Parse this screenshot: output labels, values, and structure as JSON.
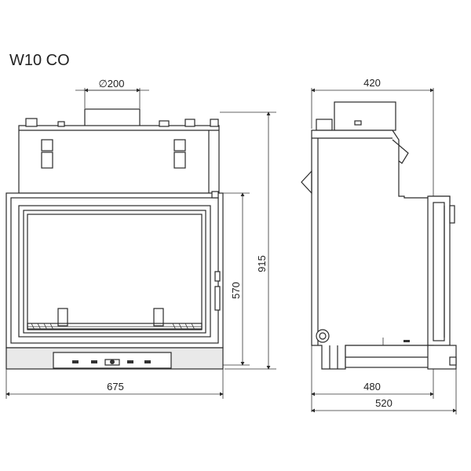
{
  "title": "W10 CO",
  "dimensions": {
    "flue_diameter": "∅200",
    "depth_top": "420",
    "total_height": "915",
    "door_height": "570",
    "width": "675",
    "depth_base": "480",
    "depth_total": "520"
  }
}
